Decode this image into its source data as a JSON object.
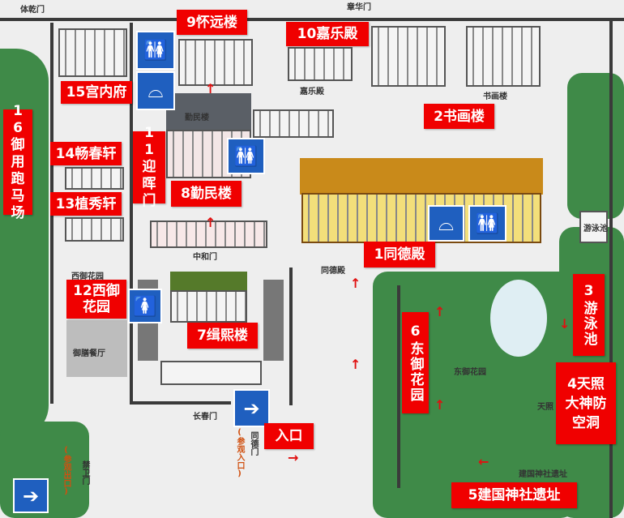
{
  "labels": {
    "l1": "1同德殿",
    "l2": "2书画楼",
    "l3": "3游泳池",
    "l4": "4天照大神防空洞",
    "l5": "5建国神社遗址",
    "l6": "6东御花园",
    "l7": "7缉熙楼",
    "l8": "8勤民楼",
    "l9": "9怀远楼",
    "l10": "10嘉乐殿",
    "l11": "11迎晖门",
    "l12": "12西御花园",
    "l13": "13植秀轩",
    "l14": "14畅春轩",
    "l15": "15宫内府",
    "l16": "16御用跑马场",
    "entrance": "入口"
  },
  "map_text": {
    "tiqian": "体乾门",
    "zhanghua": "章华门",
    "jiale": "嘉乐殿",
    "shuhua": "书画楼",
    "qinmin": "勤民楼",
    "zhonghe": "中和门",
    "tongde": "同德殿",
    "xiyu": "西御花园",
    "yushan": "御膳餐厅",
    "changchun": "长春门",
    "tongdemen": "同德门",
    "entry": "(参观入口)",
    "exit": "(参观出口)",
    "jinwei": "禁卫门",
    "dongyu": "东御花园",
    "tianzhao": "天照",
    "jianguo": "建国神社遗址",
    "pool": "游泳池"
  },
  "icons": [
    "restroom-icon",
    "rest-area-icon",
    "restroom-icon",
    "restroom-women-icon",
    "entrance-icon",
    "exit-icon",
    "rest-area-icon",
    "restroom-icon"
  ],
  "colors": {
    "label_bg": "#f00000",
    "icon_bg": "#1f5fbf",
    "park": "#3f8a48",
    "road": "#eeeeee"
  }
}
